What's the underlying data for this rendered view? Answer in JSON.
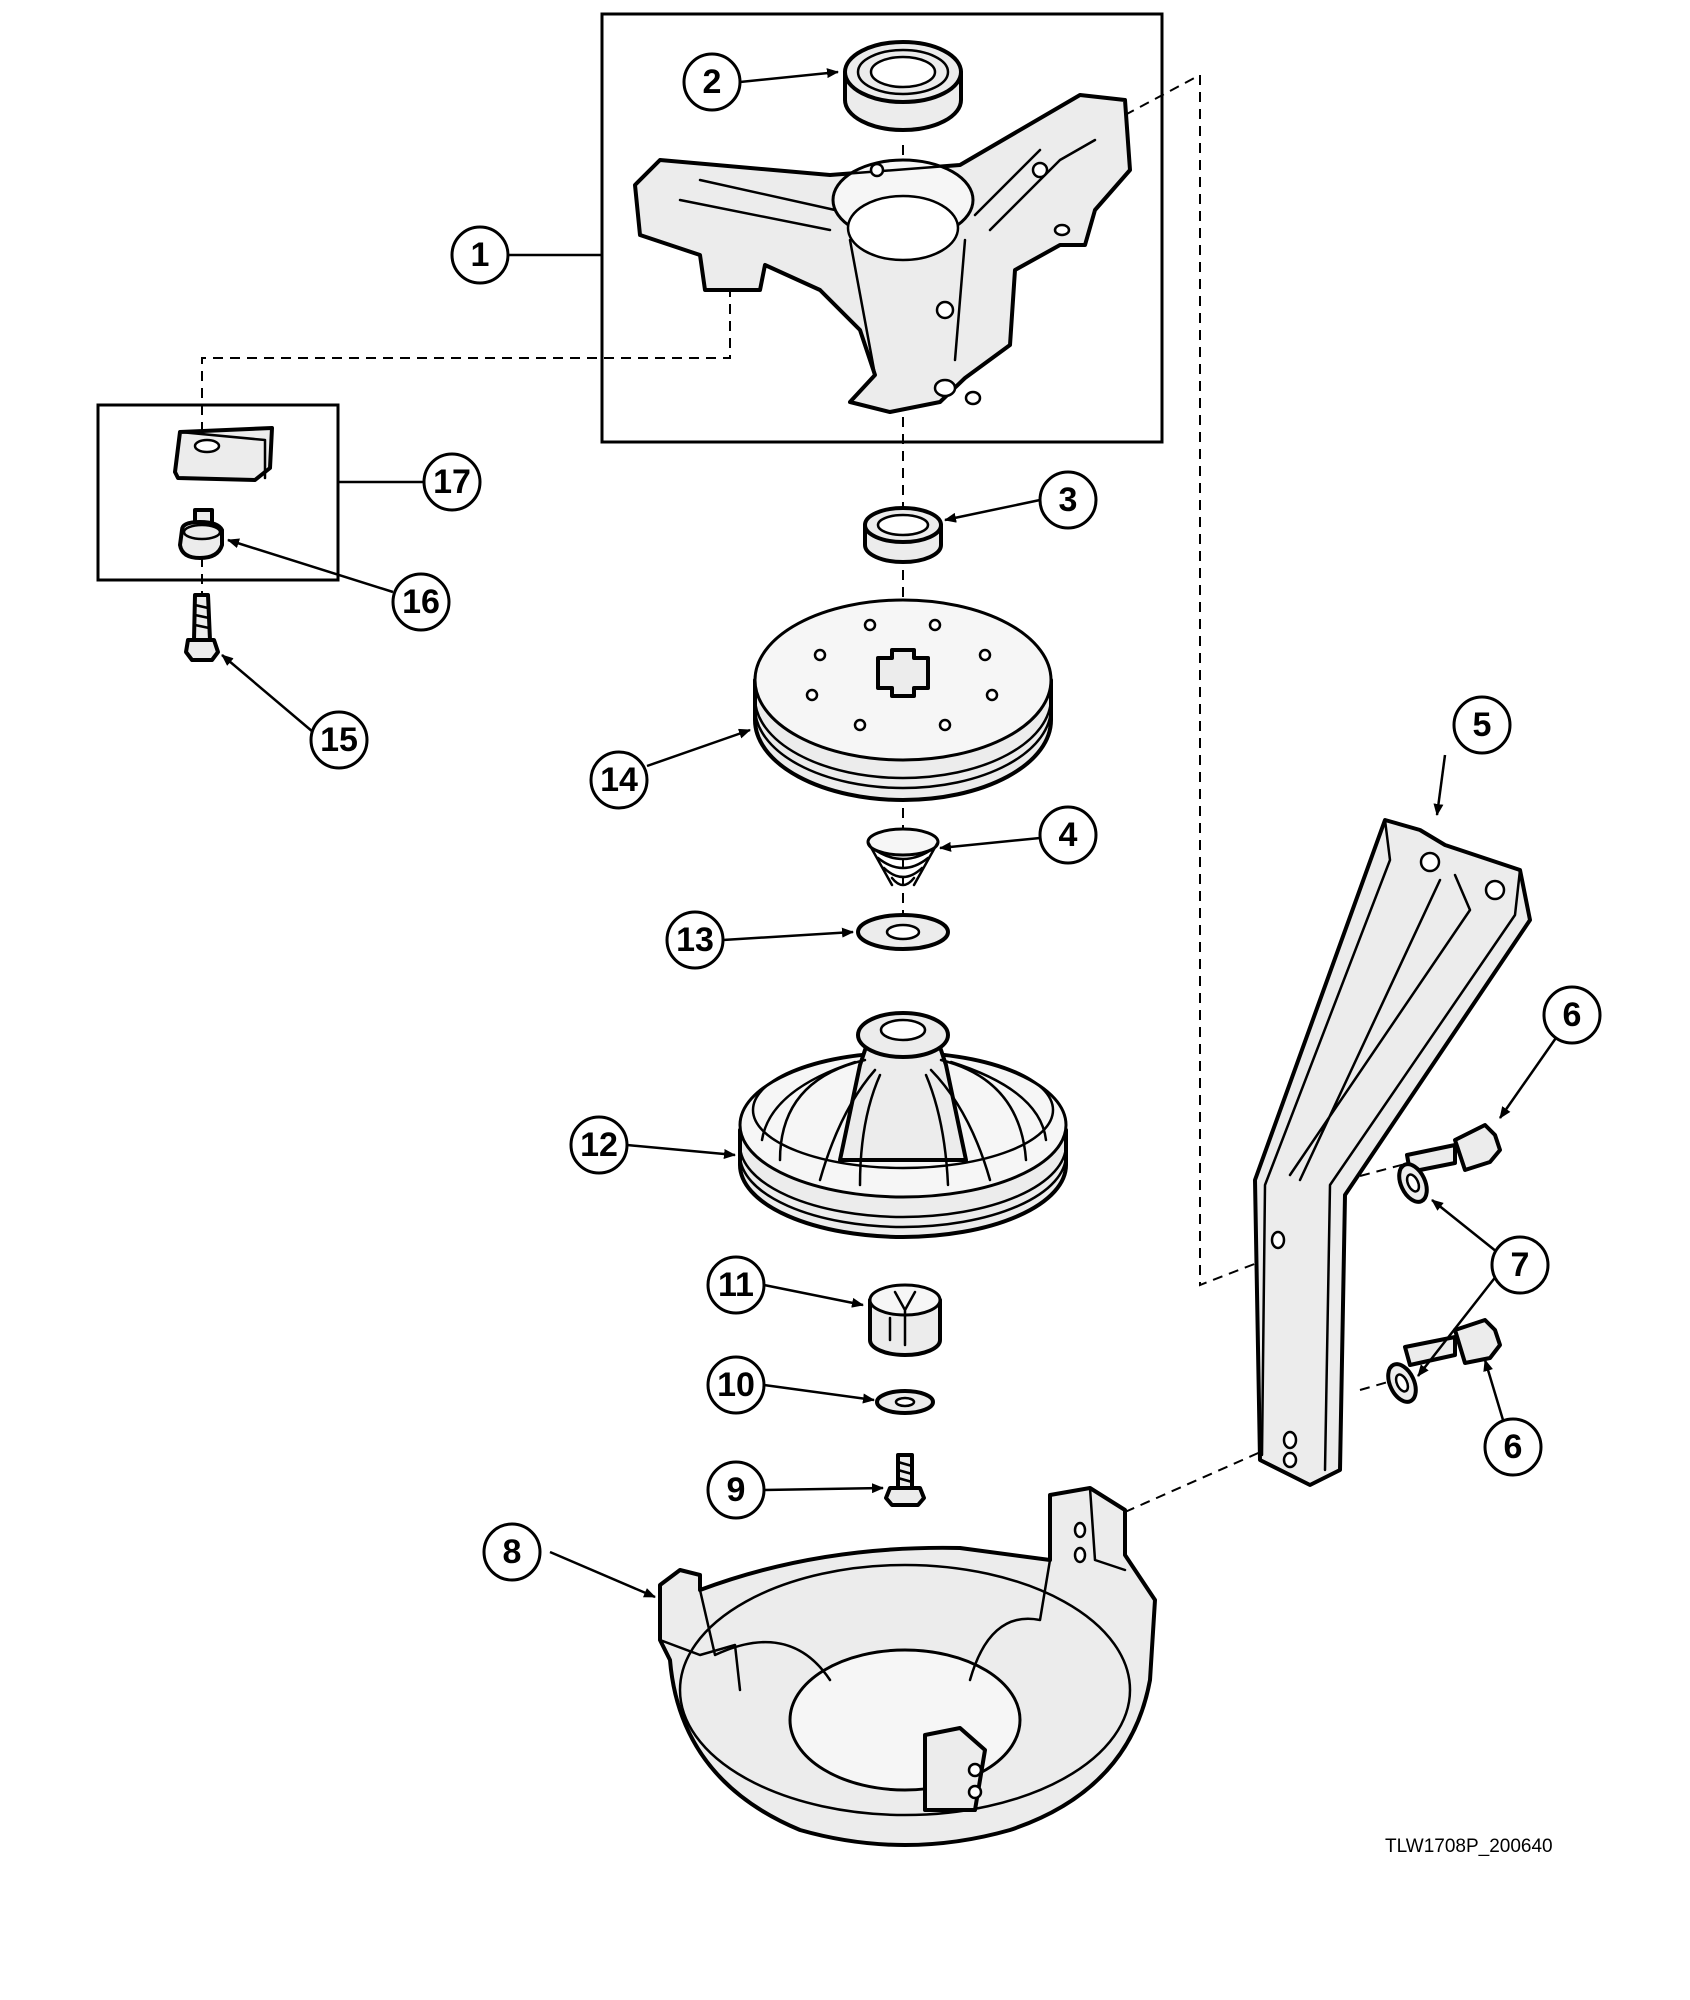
{
  "drawing_code": "TLW1708P_200640",
  "callouts": [
    {
      "number": "1"
    },
    {
      "number": "2"
    },
    {
      "number": "3"
    },
    {
      "number": "4"
    },
    {
      "number": "5"
    },
    {
      "number": "6"
    },
    {
      "number": "6"
    },
    {
      "number": "7"
    },
    {
      "number": "8"
    },
    {
      "number": "9"
    },
    {
      "number": "10"
    },
    {
      "number": "11"
    },
    {
      "number": "12"
    },
    {
      "number": "13"
    },
    {
      "number": "14"
    },
    {
      "number": "15"
    },
    {
      "number": "16"
    },
    {
      "number": "17"
    }
  ]
}
